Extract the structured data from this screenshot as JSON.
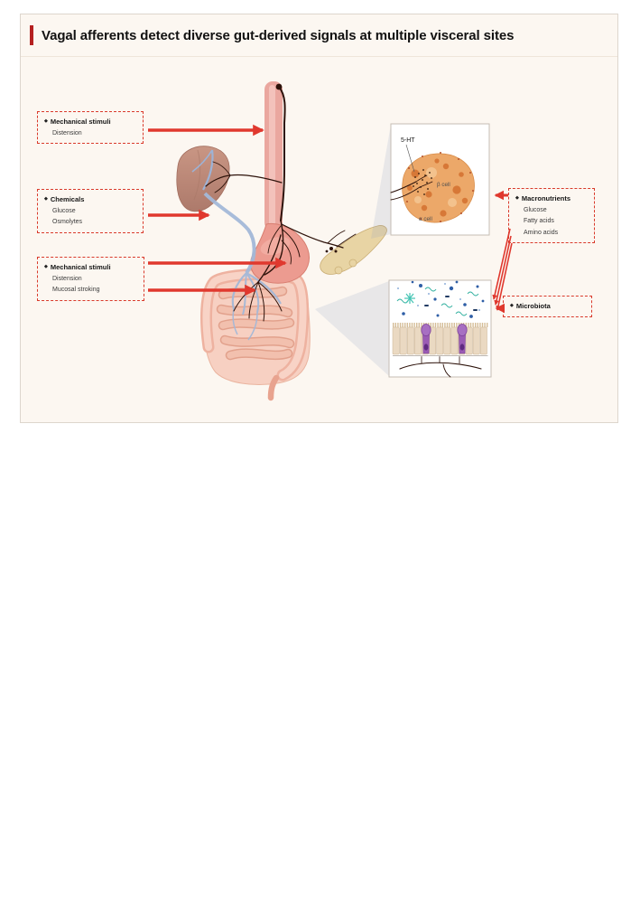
{
  "figure": {
    "title": "Vagal afferents detect diverse gut-derived signals at multiple visceral sites",
    "bullet": "◆",
    "label_boxes": [
      {
        "id": "mechanical-esophagus",
        "heading": "Mechanical stimuli",
        "items": [
          "Distension"
        ]
      },
      {
        "id": "chemicals-portal",
        "heading": "Chemicals",
        "items": [
          "Glucose",
          "Osmolytes"
        ]
      },
      {
        "id": "mechanical-gut",
        "heading": "Mechanical stimuli",
        "items": [
          "Distension",
          "Mucosal stroking"
        ]
      },
      {
        "id": "macronutrients",
        "heading": "Macronutrients",
        "items": [
          "Glucose",
          "Fatty acids",
          "Amino acids"
        ]
      },
      {
        "id": "microbiota",
        "heading": "Microbiota",
        "items": []
      }
    ],
    "insets": {
      "islet": {
        "label_5ht": "5-HT",
        "label_beta": "β cell",
        "label_alpha": "α cell"
      }
    },
    "colors": {
      "accent_red": "#b52020",
      "arrow_red": "#e0382e",
      "panel_bg": "#fcf7f1",
      "nerve_brown": "#2d120a",
      "vessel_blue": "#a3b8d8",
      "islet_orange": "#eca869",
      "goblet_purple": "#9a5bb4",
      "microbe_teal": "#38b3a3"
    }
  }
}
